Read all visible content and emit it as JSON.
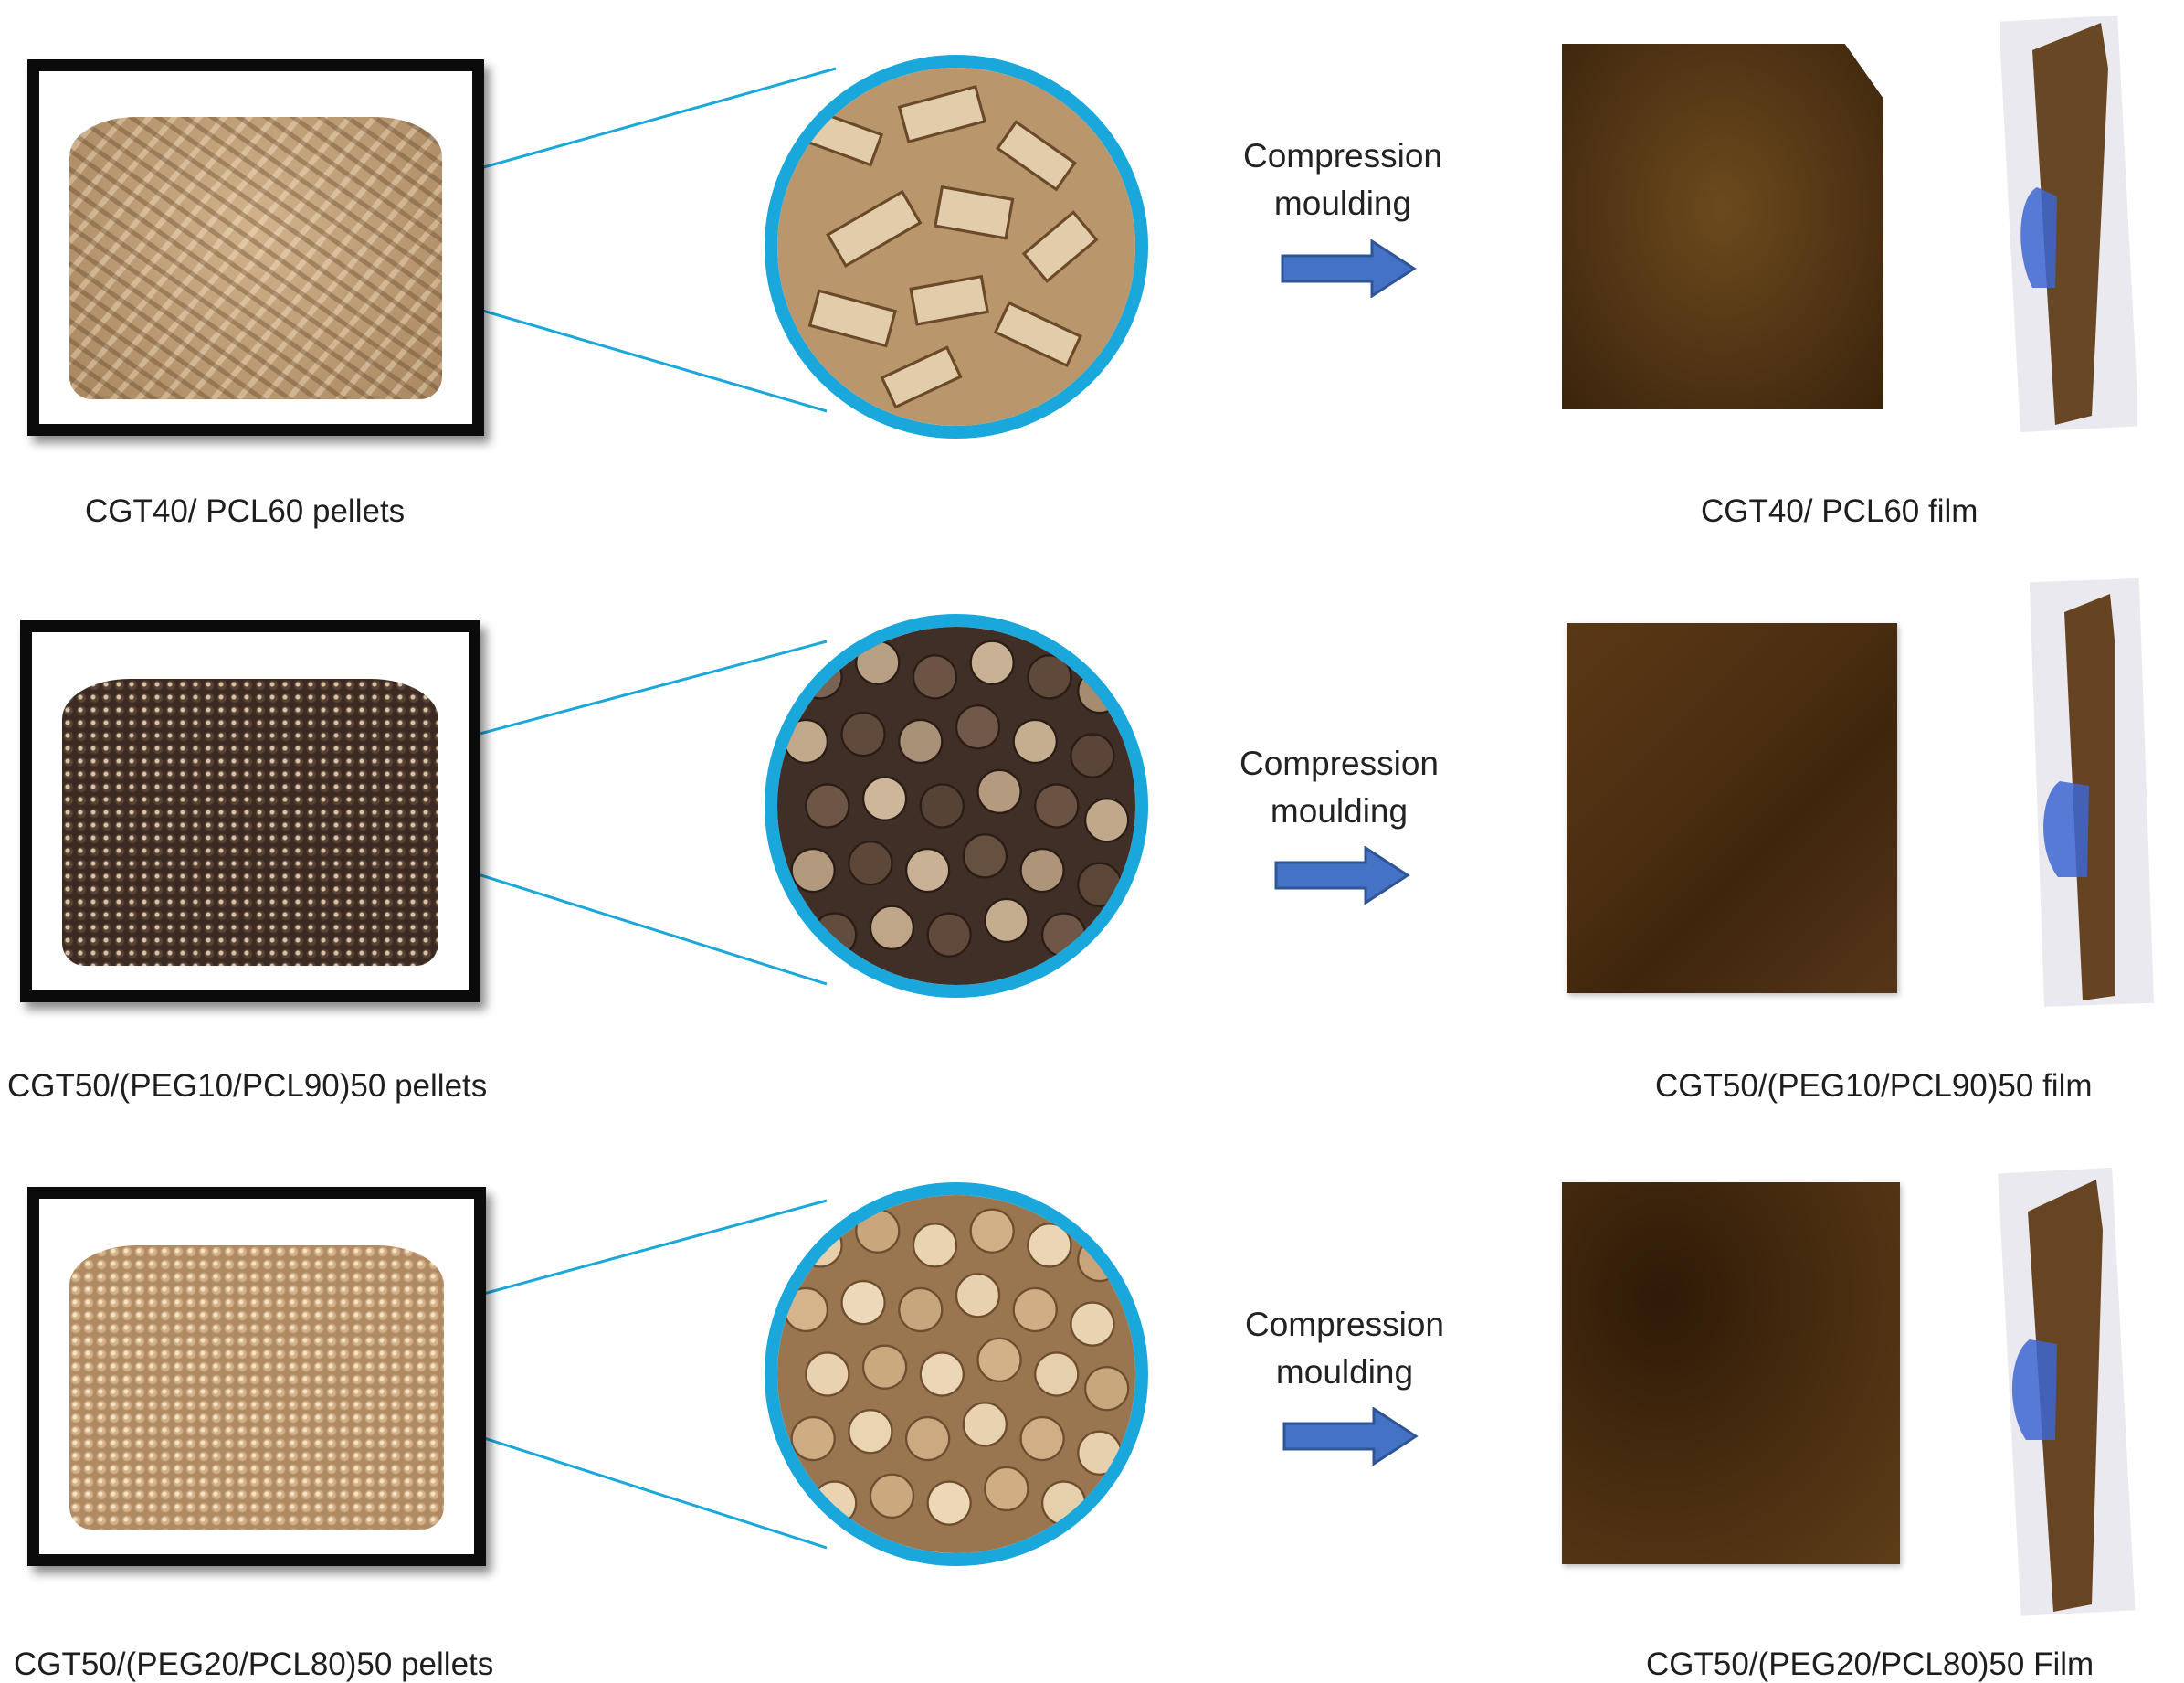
{
  "colors": {
    "accent_blue": "#1aa7dc",
    "arrow_blue": "#4472c4",
    "frame_black": "#0b0b0b",
    "film_brown": "#4a2f12"
  },
  "rows": [
    {
      "pellet_caption": "CGT40/ PCL60 pellets",
      "process_line1": "Compression",
      "process_line2": "moulding",
      "film_caption": "CGT40/ PCL60 film",
      "pellet_tone": "#c4a57f"
    },
    {
      "pellet_caption": "CGT50/(PEG10/PCL90)50 pellets",
      "process_line1": "Compression",
      "process_line2": "moulding",
      "film_caption": "CGT50/(PEG10/PCL90)50 film",
      "pellet_tone": "#6a5345"
    },
    {
      "pellet_caption": "CGT50/(PEG20/PCL80)50 pellets",
      "process_line1": "Compression",
      "process_line2": "moulding",
      "film_caption": "CGT50/(PEG20/PCL80)50 Film",
      "pellet_tone": "#d6b78e"
    }
  ]
}
